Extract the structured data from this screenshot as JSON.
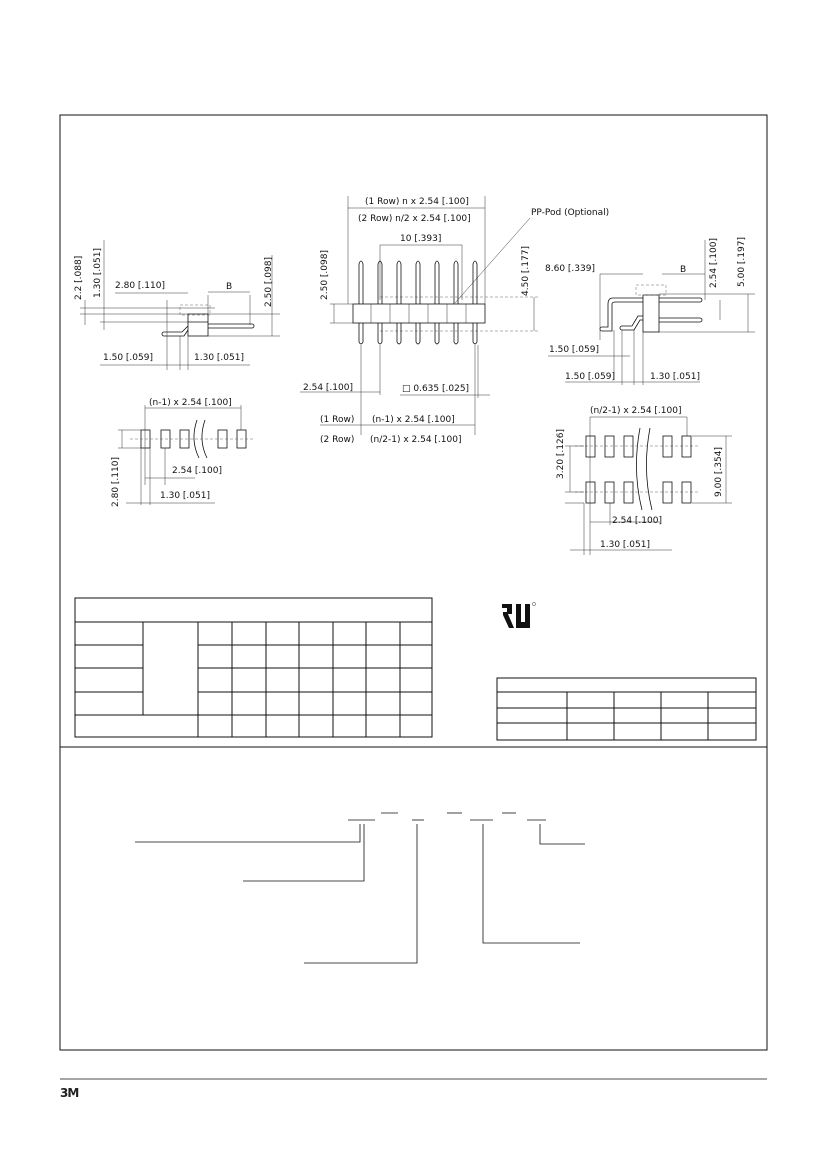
{
  "side_view": {
    "h_2_2": "2.2 [.088]",
    "h_1_30": "1.30 [.051]",
    "w_2_80": "2.80 [.110]",
    "b": "B",
    "h_2_50": "2.50 [.098]",
    "w_1_50": "1.50 [.059]",
    "w_1_30": "1.30 [.051]"
  },
  "single_footprint": {
    "span": "(n-1) x 2.54 [.100]",
    "pitch": "2.54 [.100]",
    "height": "2.80 [.110]",
    "offset": "1.30 [.051]"
  },
  "front_view": {
    "row1_len": "(1 Row) n x 2.54 [.100]",
    "row2_len": "(2 Row) n/2 x 2.54 [.100]",
    "ten": "10 [.393]",
    "pp_pod": "PP-Pod (Optional)",
    "h_2_50": "2.50 [.098]",
    "h_4_50": "4.50 [.177]",
    "pitch": "2.54 [.100]",
    "pin_size": "□ 0.635 [.025]",
    "row1_label": "(1 Row)",
    "row1_span": "(n-1) x 2.54 [.100]",
    "row2_label": "(2 Row)",
    "row2_span": "(n/2-1) x 2.54 [.100]"
  },
  "right_view": {
    "w_8_60": "8.60 [.339]",
    "b": "B",
    "h_2_54": "2.54 [.100]",
    "h_5_00": "5.00 [.197]",
    "w_1_50a": "1.50 [.059]",
    "w_1_50b": "1.50 [.059]",
    "w_1_30": "1.30 [.051]"
  },
  "double_footprint": {
    "span": "(n/2-1) x 2.54 [.100]",
    "row_pitch": "3.20 [.126]",
    "height": "9.00 [.354]",
    "pitch": "2.54 [.100]",
    "offset": "1.30 [.051]"
  },
  "logos": {
    "ul": "UL",
    "brand": "3M"
  }
}
